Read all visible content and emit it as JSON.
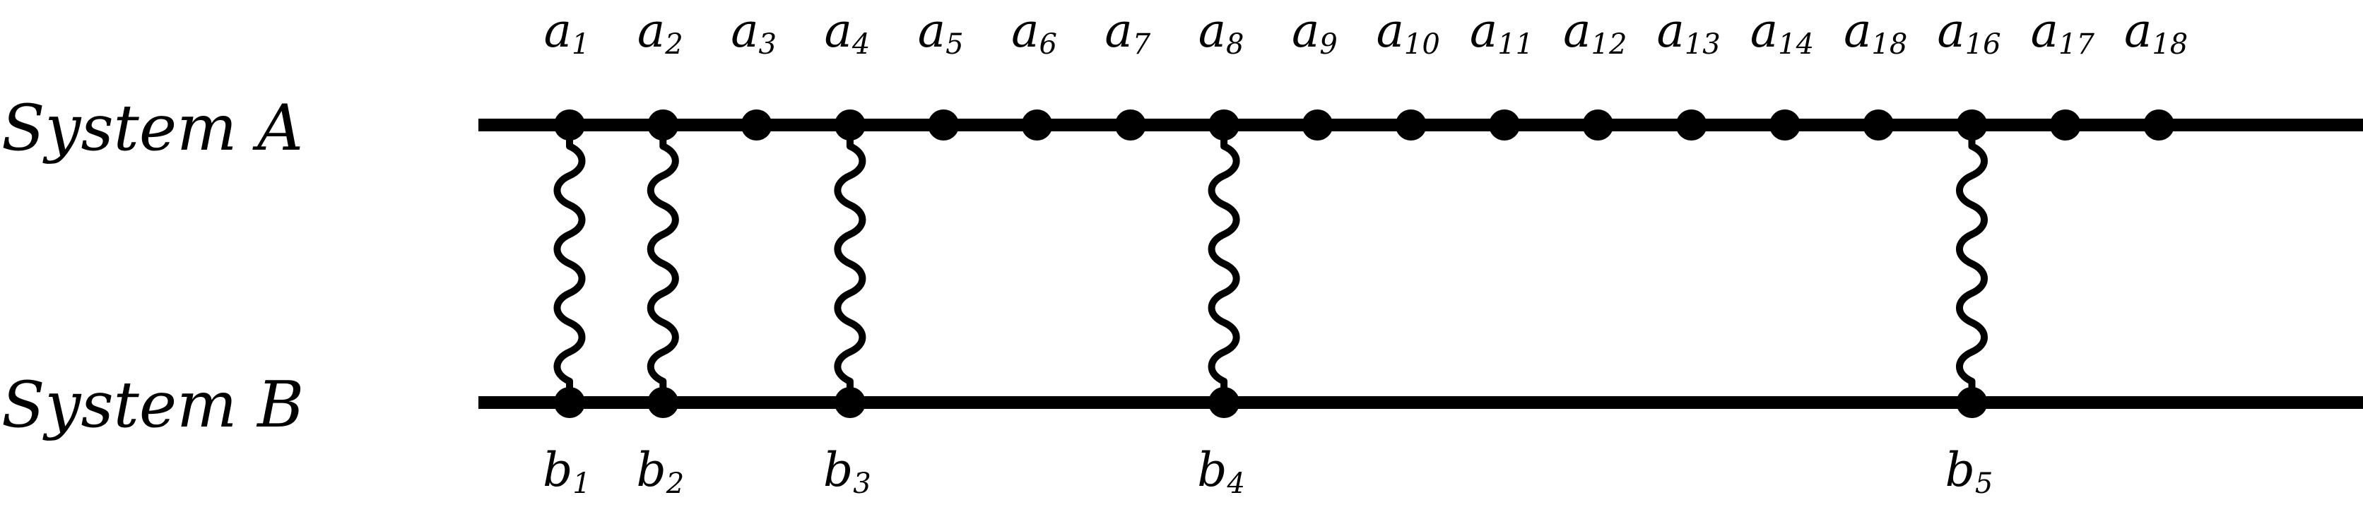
{
  "system_a": {
    "label": "System A",
    "nodes": [
      {
        "base": "a",
        "sub": "1"
      },
      {
        "base": "a",
        "sub": "2"
      },
      {
        "base": "a",
        "sub": "3"
      },
      {
        "base": "a",
        "sub": "4"
      },
      {
        "base": "a",
        "sub": "5"
      },
      {
        "base": "a",
        "sub": "6"
      },
      {
        "base": "a",
        "sub": "7"
      },
      {
        "base": "a",
        "sub": "8"
      },
      {
        "base": "a",
        "sub": "9"
      },
      {
        "base": "a",
        "sub": "10"
      },
      {
        "base": "a",
        "sub": "11"
      },
      {
        "base": "a",
        "sub": "12"
      },
      {
        "base": "a",
        "sub": "13"
      },
      {
        "base": "a",
        "sub": "14"
      },
      {
        "base": "a",
        "sub": "18"
      },
      {
        "base": "a",
        "sub": "16"
      },
      {
        "base": "a",
        "sub": "17"
      },
      {
        "base": "a",
        "sub": "18"
      }
    ]
  },
  "system_b": {
    "label": "System B",
    "nodes": [
      {
        "base": "b",
        "sub": "1"
      },
      {
        "base": "b",
        "sub": "2"
      },
      {
        "base": "b",
        "sub": "3"
      },
      {
        "base": "b",
        "sub": "4"
      },
      {
        "base": "b",
        "sub": "5"
      }
    ]
  },
  "links": [
    {
      "a_index": 0,
      "b_index": 0
    },
    {
      "a_index": 1,
      "b_index": 1
    },
    {
      "a_index": 3,
      "b_index": 2
    },
    {
      "a_index": 7,
      "b_index": 3
    },
    {
      "a_index": 15,
      "b_index": 4
    }
  ],
  "colors": {
    "ink": "#000000",
    "background": "#ffffff"
  }
}
